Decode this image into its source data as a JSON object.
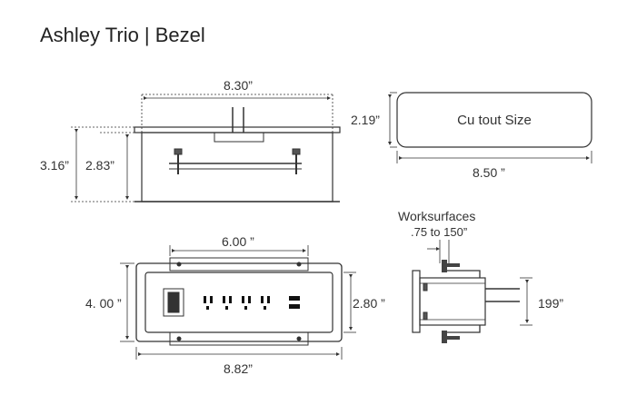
{
  "title": "Ashley Trio  |  Bezel",
  "dimensions": {
    "top_width": "8.30”",
    "overall_height": "3.16”",
    "box_height": "2.83”",
    "cutout_height": "2.19”",
    "cutout_width": "8.50 ”",
    "front_inner_width": "6.00 ”",
    "front_outer_height": "4. 00 ”",
    "front_inner_height": "2.80 ”",
    "front_outer_width": "8.82”",
    "side_depth": "199”"
  },
  "cutout_label": "Cu tout Size",
  "worksurfaces": {
    "label": "Worksurfaces",
    "range": ".75  to 150”"
  }
}
